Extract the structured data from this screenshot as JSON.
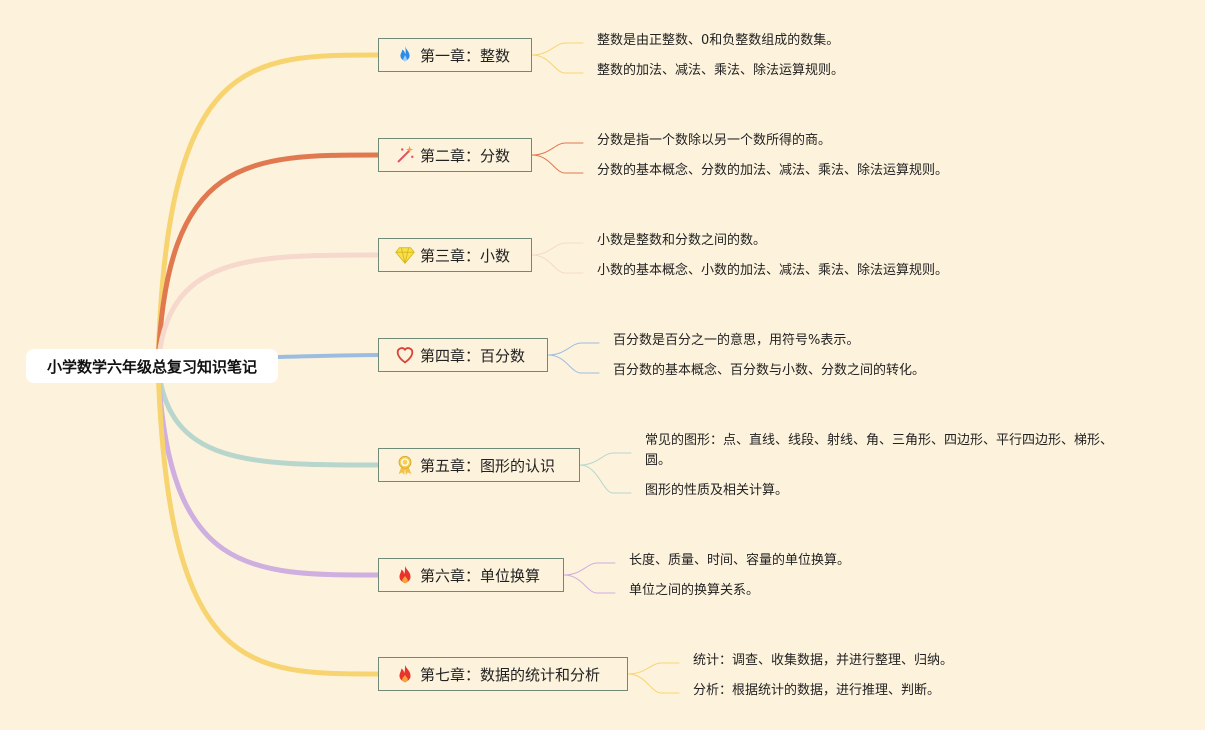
{
  "root": {
    "title": "小学数学六年级总复习知识笔记"
  },
  "chapters": [
    {
      "title": "第一章：整数",
      "icon": "flame-icon",
      "color": "#f7d470",
      "notes": [
        "整数是由正整数、0和负整数组成的数集。",
        "整数的加法、减法、乘法、除法运算规则。"
      ]
    },
    {
      "title": "第二章：分数",
      "icon": "sparkle-wand-icon",
      "color": "#e07850",
      "notes": [
        "分数是指一个数除以另一个数所得的商。",
        "分数的基本概念、分数的加法、减法、乘法、除法运算规则。"
      ]
    },
    {
      "title": "第三章：小数",
      "icon": "diamond-icon",
      "color": "#f6d8cc",
      "notes": [
        "小数是整数和分数之间的数。",
        "小数的基本概念、小数的加法、减法、乘法、除法运算规则。"
      ]
    },
    {
      "title": "第四章：百分数",
      "icon": "heart-icon",
      "color": "#9dbde0",
      "notes": [
        "百分数是百分之一的意思，用符号%表示。",
        "百分数的基本概念、百分数与小数、分数之间的转化。"
      ]
    },
    {
      "title": "第五章：图形的认识",
      "icon": "medal-icon",
      "color": "#b9d6cd",
      "notes": [
        "常见的图形：点、直线、线段、射线、角、三角形、四边形、平行四边形、梯形、圆。",
        "图形的性质及相关计算。"
      ]
    },
    {
      "title": "第六章：单位换算",
      "icon": "fire-icon",
      "color": "#cfaee0",
      "notes": [
        "长度、质量、时间、容量的单位换算。",
        "单位之间的换算关系。"
      ]
    },
    {
      "title": "第七章：数据的统计和分析",
      "icon": "fire-icon",
      "color": "#f7d470",
      "notes": [
        "统计：调查、收集数据，并进行整理、归纳。",
        "分析：根据统计的数据，进行推理、判断。"
      ]
    }
  ]
}
